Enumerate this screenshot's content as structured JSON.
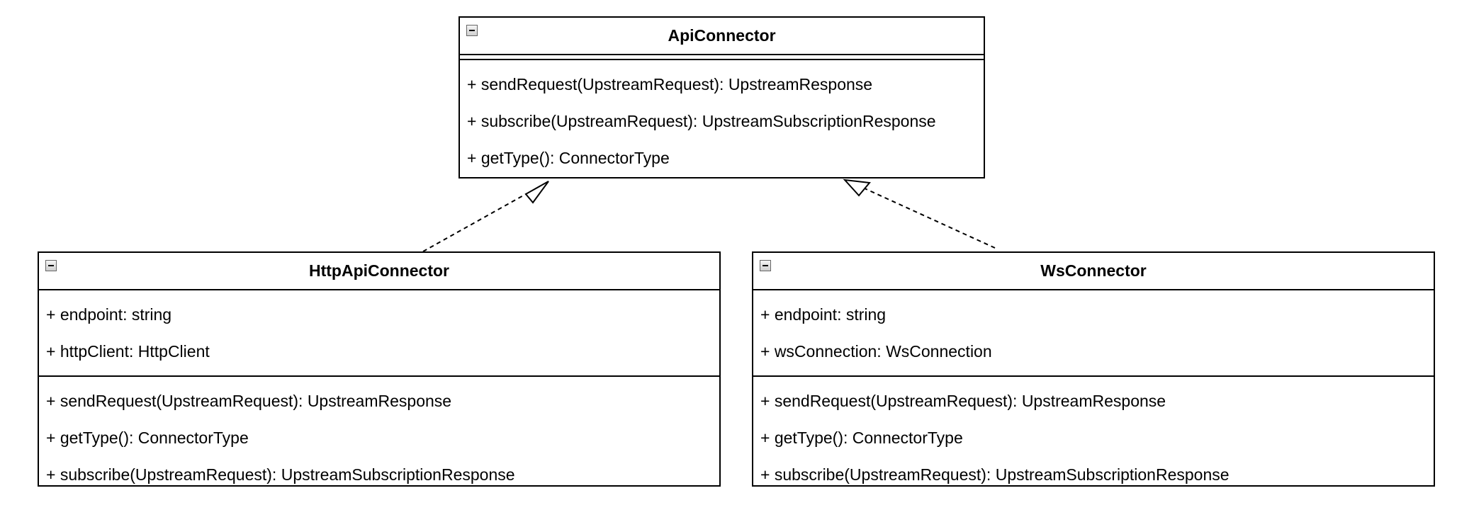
{
  "diagram": {
    "classes": [
      {
        "id": "api-connector",
        "name": "ApiConnector",
        "attributes": [],
        "methods": [
          "+ sendRequest(UpstreamRequest): UpstreamResponse",
          "+ subscribe(UpstreamRequest): UpstreamSubscriptionResponse",
          "+ getType(): ConnectorType"
        ]
      },
      {
        "id": "http-api-connector",
        "name": "HttpApiConnector",
        "attributes": [
          "+ endpoint: string",
          "+ httpClient: HttpClient"
        ],
        "methods": [
          "+ sendRequest(UpstreamRequest): UpstreamResponse",
          "+ getType(): ConnectorType",
          "+ subscribe(UpstreamRequest): UpstreamSubscriptionResponse"
        ]
      },
      {
        "id": "ws-connector",
        "name": "WsConnector",
        "attributes": [
          "+ endpoint: string",
          "+ wsConnection: WsConnection"
        ],
        "methods": [
          "+ sendRequest(UpstreamRequest): UpstreamResponse",
          "+ getType(): ConnectorType",
          "+ subscribe(UpstreamRequest): UpstreamSubscriptionResponse"
        ]
      }
    ],
    "relations": [
      {
        "type": "realization",
        "from": "HttpApiConnector",
        "to": "ApiConnector"
      },
      {
        "type": "realization",
        "from": "WsConnector",
        "to": "ApiConnector"
      }
    ]
  }
}
